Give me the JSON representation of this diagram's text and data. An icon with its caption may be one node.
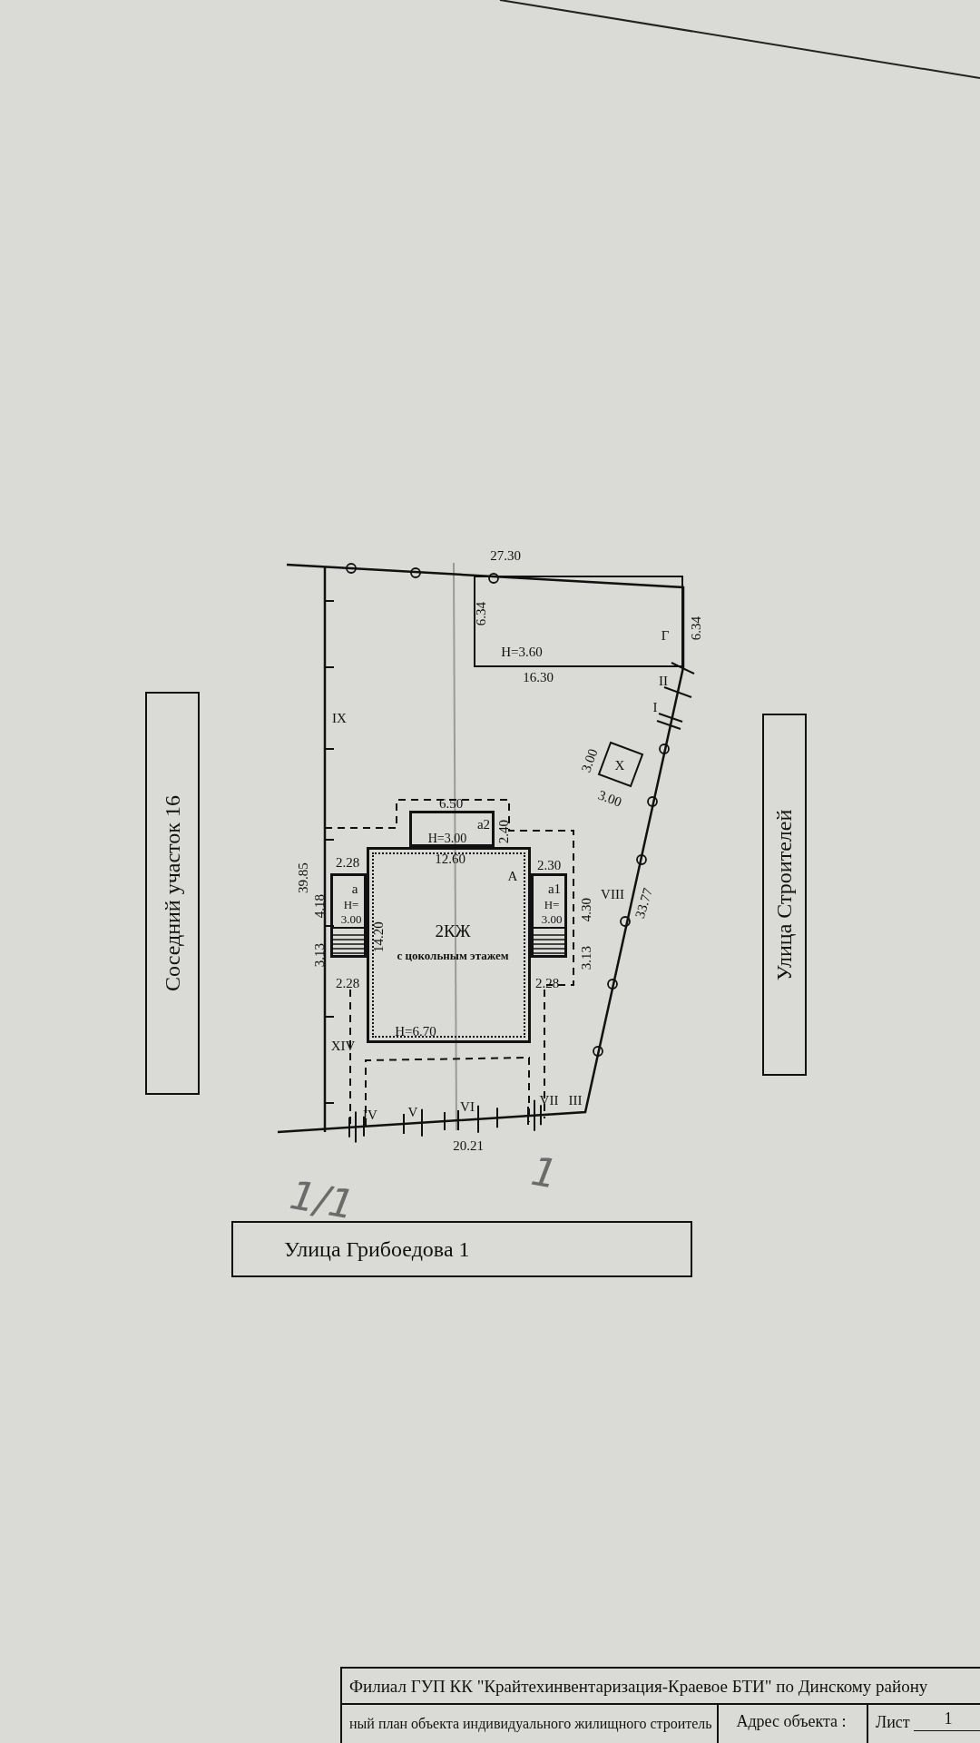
{
  "diagram": {
    "nodes": [
      {
        "text": [
          "Соседний участок 16"
        ]
      },
      {
        "text": [
          "Улица Строителей"
        ]
      },
      {
        "text": [
          "Улица Грибоедова 1"
        ]
      },
      {
        "text": [
          "Г",
          "H=3.60"
        ]
      },
      {
        "text": [
          "X"
        ]
      },
      {
        "text": [
          "A",
          "2КЖ",
          "с цокольным этажем",
          "H=6.70"
        ]
      },
      {
        "text": [
          "a2",
          "H=3.00"
        ]
      },
      {
        "text": [
          "a",
          "H= 3.00"
        ]
      },
      {
        "text": [
          "a1",
          "H= 3.00"
        ]
      }
    ],
    "labels": [
      "27.30",
      "6.34",
      "6.34",
      "16.30",
      "II",
      "I",
      "IX",
      "3.00",
      "3.00",
      "39.85",
      "6.50",
      "2.40",
      "12.60",
      "2.28",
      "2.30",
      "4.18",
      "4.30",
      "14.20",
      "3.13",
      "3.13",
      "VIII",
      "33.77",
      "2.28",
      "2.28",
      "XIV",
      "IV",
      "V",
      "VI",
      "VII",
      "III",
      "20.21",
      "1/1",
      "1",
      "Филиал ГУП КК \"Крайтехинвентаризация-Краевое БТИ\" по Динскому району",
      "ный план объекта индивидуального жилищного строитель",
      "Адрес объекта :",
      "Лист",
      "1"
    ]
  }
}
